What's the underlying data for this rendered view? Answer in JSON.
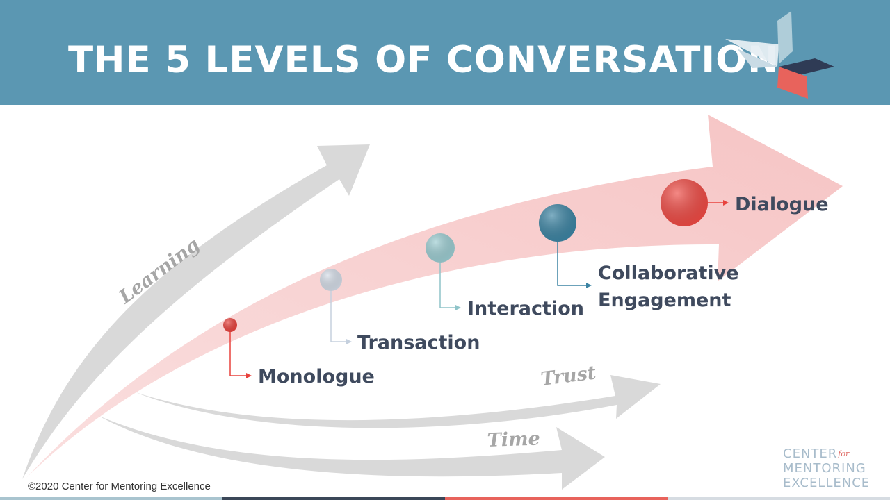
{
  "title": "THE 5 LEVELS OF CONVERSATION",
  "levels": [
    {
      "label": "Monologue",
      "color": "#e8423d"
    },
    {
      "label": "Transaction",
      "color": "#d5dde8"
    },
    {
      "label": "Interaction",
      "color": "#9ccdd2"
    },
    {
      "label": "Collaborative",
      "label2": "Engagement",
      "color": "#3c84a3"
    },
    {
      "label": "Dialogue",
      "color": "#ef4a44"
    }
  ],
  "axes": {
    "learning": "Learning",
    "trust": "Trust",
    "time": "Time"
  },
  "footer": {
    "copyright": "©2020 Center for Mentoring Excellence",
    "logo_line1": "CENTER",
    "logo_for": "for",
    "logo_line2": "MENTORING",
    "logo_line3": "EXCELLENCE"
  },
  "colors": {
    "header": "#5b97b2",
    "main_arrow": "#f7cccc",
    "gray_arrows": "#d9d9d9",
    "label_text": "#3f4a5e"
  }
}
